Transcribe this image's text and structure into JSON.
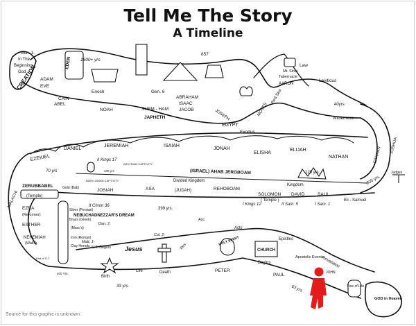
{
  "title": "Tell Me The Story",
  "subtitle": "A Timeline",
  "source_note": "Source for this graphic is unknown.",
  "labels": {
    "gen1": "Gen. 1-",
    "in_the": "In The",
    "beginning": "Beginning",
    "god": "God",
    "creation": "CREATION",
    "adam": "ADAM",
    "eve": "EVE",
    "eden": "EDEN",
    "cain": "CAIN",
    "abel": "ABEL",
    "enoch": "Enoch",
    "noah": "NOAH",
    "gen6": "Gen. 6",
    "yrs1600": "1600+ yrs",
    "y857": "857",
    "shem_ham": "SHEM - HAM",
    "japheth": "JAPHETH",
    "abraham": "ABRAHAM",
    "isaac": "ISAAC",
    "jacob": "JACOB",
    "joseph": "JOSEPH",
    "egypt": "EGYPT",
    "moses": "MOSES",
    "red_sea": "Red Sea",
    "exodus": "Exodus",
    "law": "Law",
    "mt_sinai": "Mt. Sinai",
    "tabernacle": "Tabernacle",
    "aaron": "AARON",
    "leviticus": "Leviticus",
    "yrs40": "40yrs.",
    "wilderness": "Wilderness",
    "ezekiel": "EZEKIEL",
    "daniel": "DANIEL",
    "jeremiah": "JEREMIAH",
    "isaiah": "ISAIAH",
    "jonah": "JONAH",
    "elisha": "ELISHA",
    "elijah": "ELIJAH",
    "nathan": "NATHAN",
    "joshua": "JOSHUA",
    "canaan": "CANAAN",
    "judges": "Judges",
    "yrs305": "305 yrs.",
    "ii_kings_17": "II Kings 17",
    "assyrian_captivity": "ASSYRIAN CAPTIVITY",
    "yrs70": "70 yrs",
    "yrs100": "100 yrs",
    "israel_ahab": "(ISRAEL) AHAB JEROBOAM",
    "divided_kingdom": "Divided Kingdom",
    "kingdom": "Kingdom",
    "yrs120": "120 yrs.",
    "babylonian_captivity": "BABYLONIAN CAPTIVITY",
    "josiah": "JOSIAH",
    "asa": "ASA",
    "judah": "(JUDAH)",
    "rehoboam": "REHOBOAM",
    "solomon": "SOLOMON",
    "david": "DAVID",
    "saul": "SAUL",
    "eli_samuel": "Eli - Samuel",
    "malachi": "MALACHI",
    "zerubbabel": "ZERUBBABEL",
    "temple_paren": "(Temple)",
    "ezra": "EZRA",
    "reformer": "(Reformer)",
    "esther": "ESTHER",
    "nehemiah": "NEHEMIAH",
    "walls": "(Walls)",
    "end_ot": "End of O.T.",
    "gold_bab": "Gold (Bab)",
    "silver_persian": "Silver (Persian)",
    "brass_greek": "Brass (Greek)",
    "maccs": "(Macc's)",
    "iron_roman": "Iron (Roman)",
    "clay_herods": "Clay Herods",
    "ii_chron_36": "II Chron 36",
    "yrs399": "399 yrs.",
    "i_kings_12": "I Kings 12",
    "ii_sam_5": "II Sam. 5",
    "i_sam_1": "I Sam. 1",
    "temple_sol": "( Temple )",
    "nebuchadnezzar": "NEBUCHADNEZZAR'S DREAM",
    "dan2": "Dan. 2",
    "matt1": "Matt. 1-",
    "nt_begins": "N.T. Begins",
    "jesus": "Jesus",
    "birth": "Birth",
    "life": "Life",
    "death": "Death",
    "col2": "Col. 2:",
    "res": "Res.",
    "asc": "Asc.",
    "yrs33": "33 yrs.",
    "yrs400": "400 Yrs.",
    "acts": "Acts",
    "holy_spirit": "HOLY SPIRIT",
    "church": "CHURCH",
    "begins": "Begins",
    "peter": "PETER",
    "paul": "PAUL",
    "epistles": "Epistles",
    "apostolic_events": "Apostolic Events",
    "revelation": "Revelation",
    "tree_of_life": "Tree of Life",
    "john": "JOHN",
    "yrs63": "63 yrs.",
    "god_in_heaven": "GOD in Heaven"
  }
}
